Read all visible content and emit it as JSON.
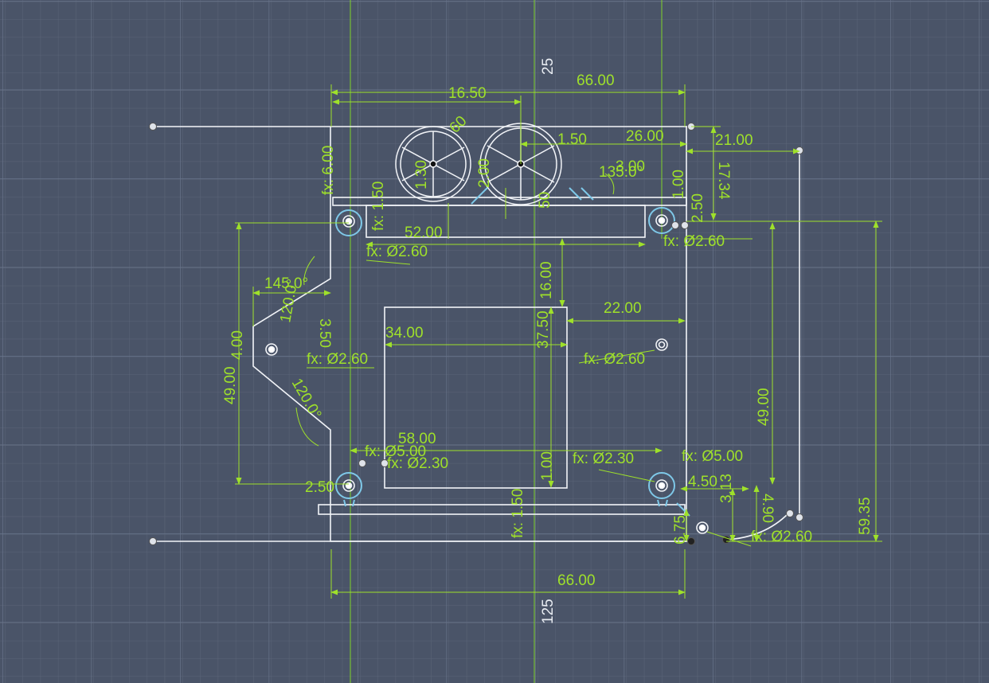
{
  "colors": {
    "background": "#4a5468",
    "grid_minor": "#5b6578",
    "grid_major": "#66718a",
    "sketch_line": "#f2f4f8",
    "dimension": "#9fe12a",
    "construction_axis": "#7fd22a",
    "constraint": "#7ec8e8"
  },
  "axis_labels": {
    "top_vertical": "25",
    "bottom_vertical": "125"
  },
  "dimensions": {
    "d_16_50": "16.50",
    "d_66_top": "66.00",
    "d_26": "26.00",
    "d_21": "21.00",
    "d_17_34": "17.34",
    "d_1_50_top": "1.50",
    "d_135": "135.0°",
    "d_3": "3.00",
    "d_52": "52.00",
    "d_fx_260_left_top": "fx: Ø2.60",
    "d_fx_260_right_top": "fx: Ø2.60",
    "d_145": "145.0°",
    "d_120_top": "120.0°",
    "d_4_00": "4.00",
    "d_3_50": "3.50",
    "d_fx_260_left_mid": "fx: Ø2.60",
    "d_49_left": "49.00",
    "d_120_bottom": "120.0°",
    "d_16": "16.00",
    "d_37_50": "37.50",
    "d_34": "34.00",
    "d_22": "22.00",
    "d_fx_260_right_mid": "fx: Ø2.60",
    "d_49_right": "49.00",
    "d_59_35": "59.35",
    "d_58": "58.00",
    "d_fx_500_left": "fx: Ø5.00",
    "d_fx_230_left": "fx: Ø2.30",
    "d_fx_230_right": "fx: Ø2.30",
    "d_fx_500_right": "fx: Ø5.00",
    "d_2_50": "2.50",
    "d_1_00": "1.00",
    "d_fx_150_bottom": "fx: 1.50",
    "d_4_50": "4.50",
    "d_3_13": "3.13",
    "d_4_90": "4.90",
    "d_6_75": "6.75",
    "d_fx_260_corner": "fx: Ø2.60",
    "d_66_bottom": "66.00",
    "d_fx_150_topleft": "fx: 1.50",
    "d_fx_left_small": "fx: 6.00",
    "d_50": "50",
    "d_1_30": "1.30",
    "d_2_00": "2.00",
    "d_60": "60",
    "d_1_00_small": "1.00",
    "d_2_50_small": "2.50"
  }
}
